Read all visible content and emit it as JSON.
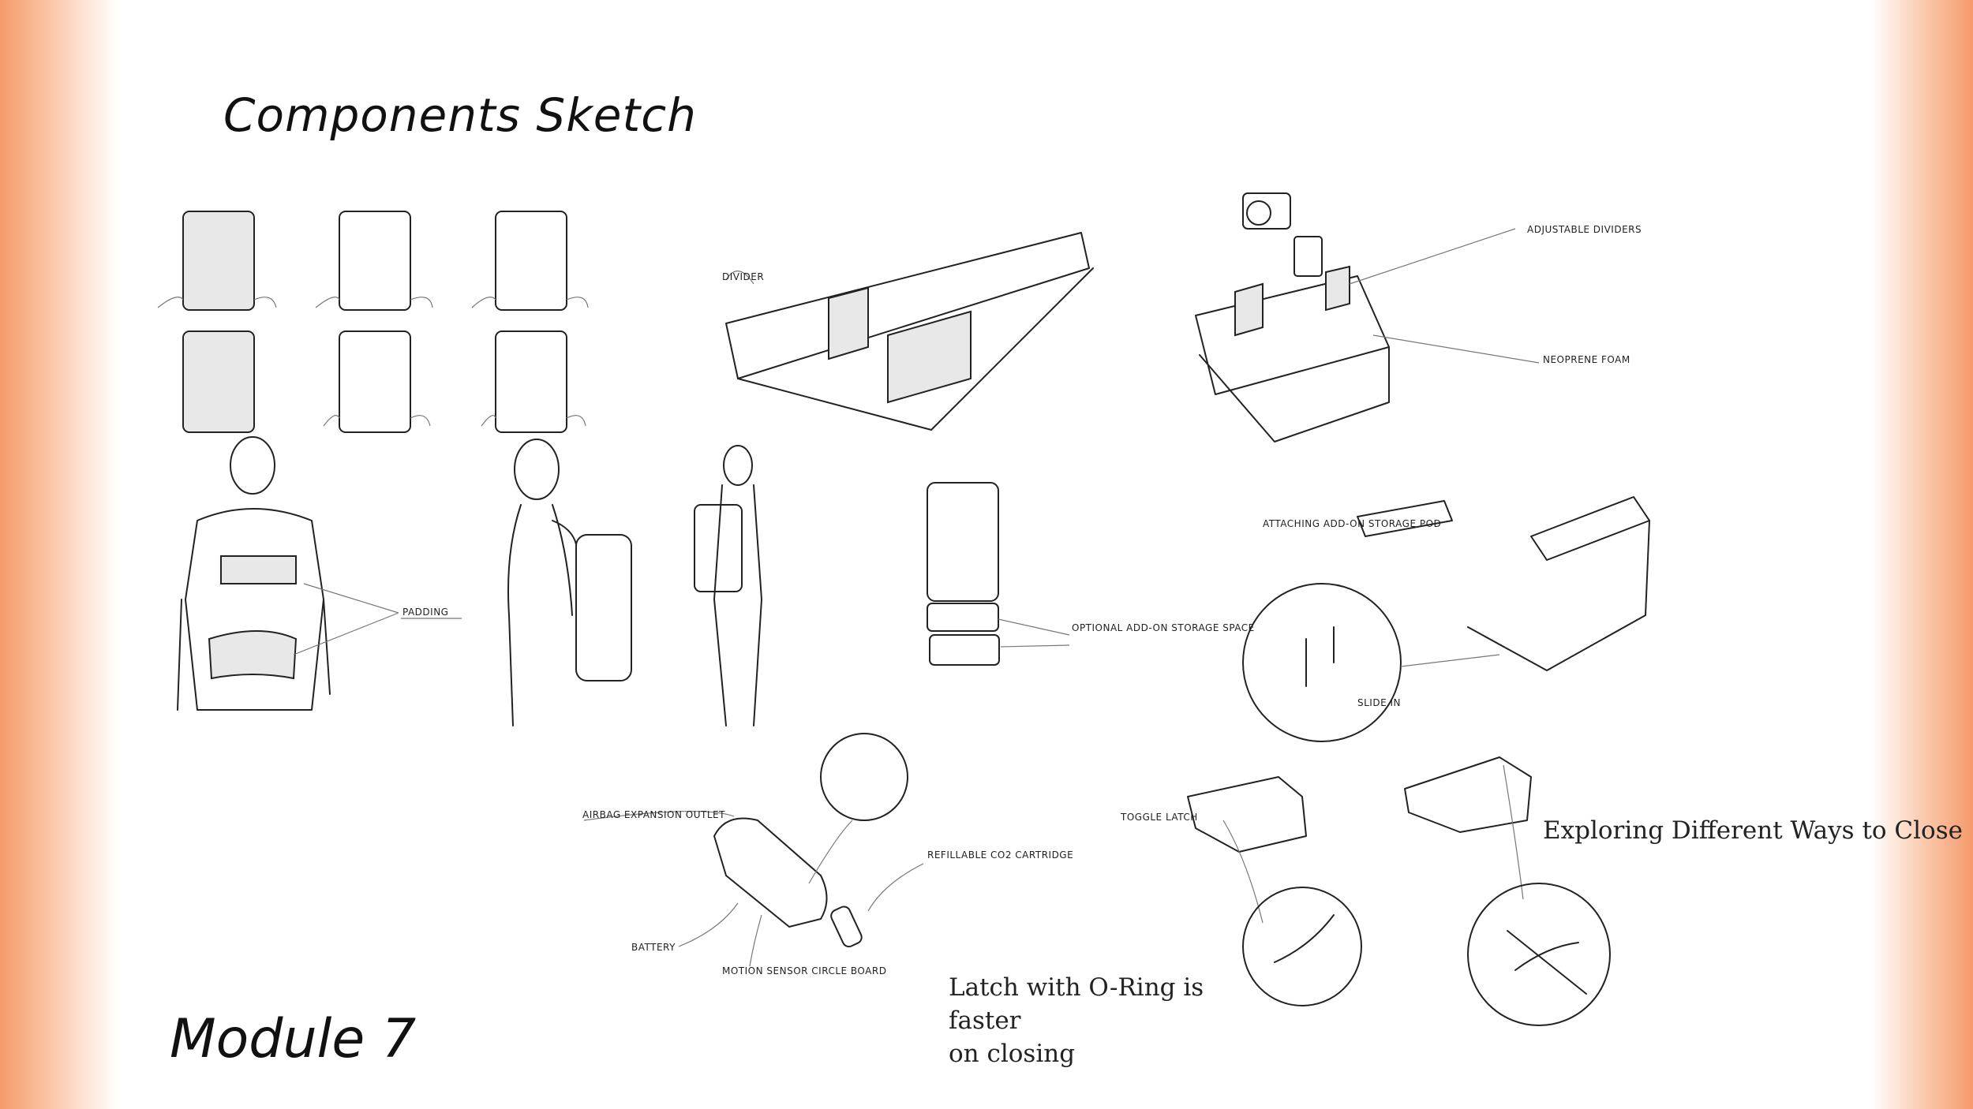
{
  "page": {
    "title": "Components Sketch",
    "module": "Module 7"
  },
  "captions": {
    "exploring_close": "Exploring Different Ways to Close",
    "latch_oring": "Latch with O-Ring is faster\non closing"
  },
  "sketch_labels": {
    "padding": "PADDING",
    "optional_storage": "OPTIONAL ADD-ON STORAGE SPACE",
    "adjustable_dividers": "ADJUSTABLE DIVIDERS",
    "neoprene_foam": "NEOPRENE FOAM",
    "attaching_pod": "ATTACHING ADD-ON STORAGE POD",
    "slide_in": "SLIDE IN",
    "airbag_outlet": "AIRBAG EXPANSION OUTLET",
    "refillable_cartridge": "REFILLABLE CO2 CARTRIDGE",
    "battery": "BATTERY",
    "motion_sensor": "MOTION SENSOR CIRCLE BOARD",
    "toggle_latch": "TOGGLE LATCH",
    "divider": "DIVIDER"
  },
  "colors": {
    "accent": "#f59a6b",
    "ink": "#222222"
  }
}
